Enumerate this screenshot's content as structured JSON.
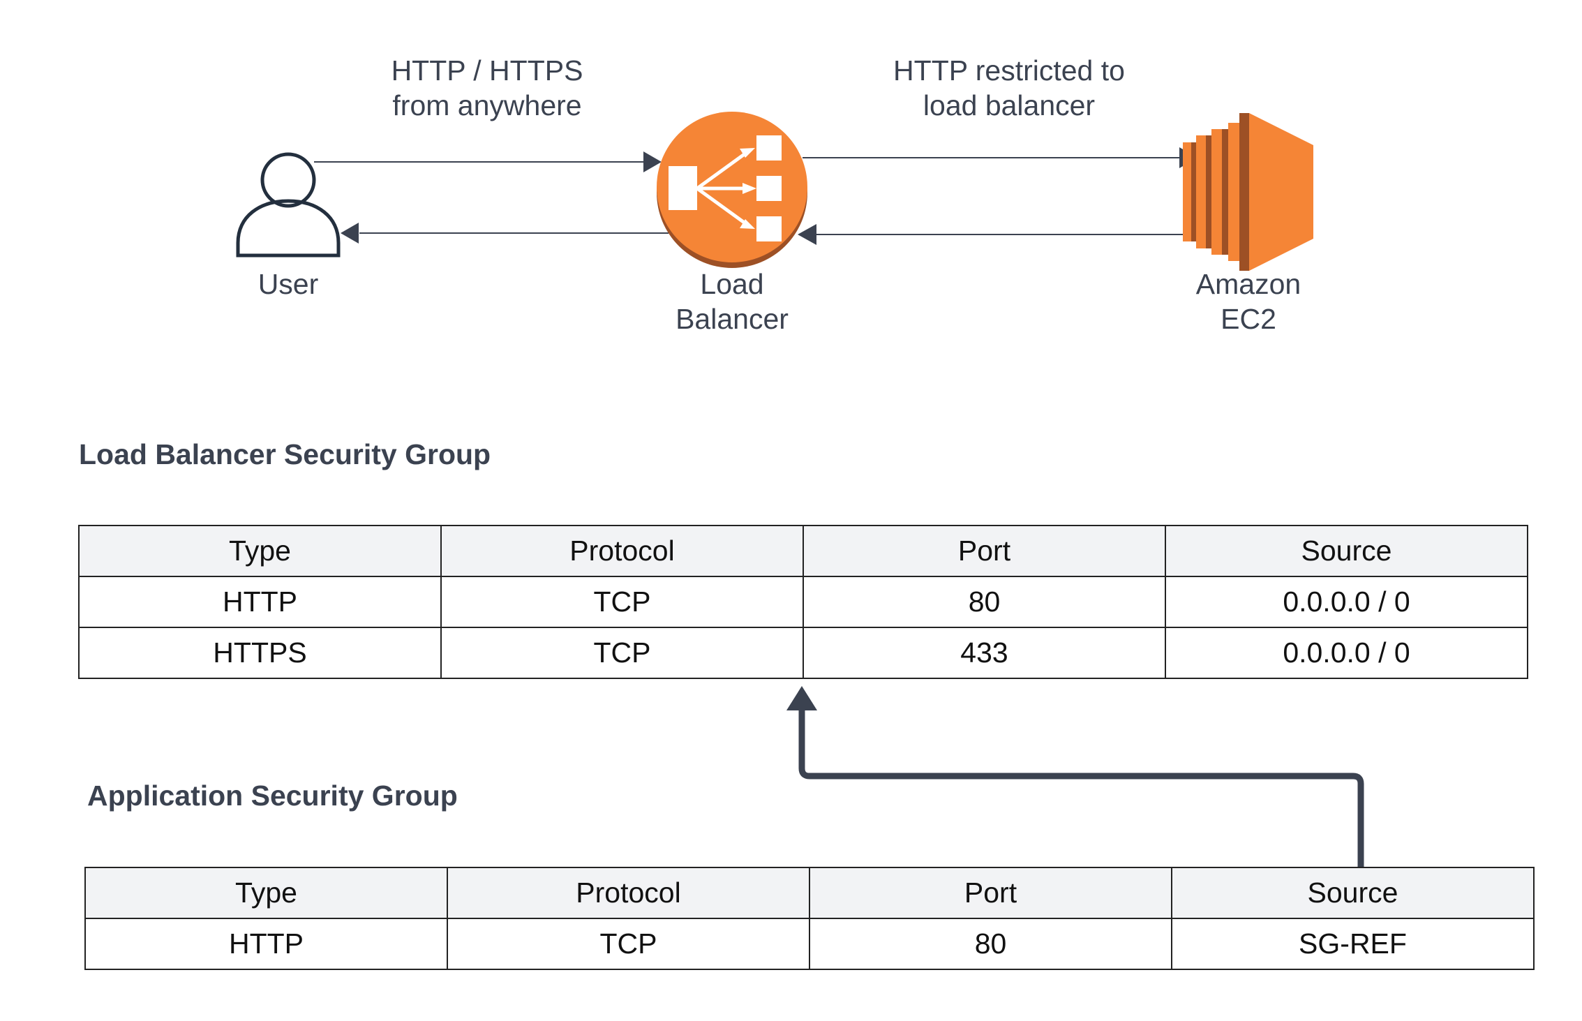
{
  "nodes": {
    "user": {
      "label": "User",
      "icon": "user-icon"
    },
    "load_balancer": {
      "label_line1": "Load",
      "label_line2": "Balancer",
      "icon": "load-balancer-icon"
    },
    "ec2": {
      "label_line1": "Amazon",
      "label_line2": "EC2",
      "icon": "ec2-instance-icon"
    }
  },
  "edge_labels": {
    "user_to_lb": {
      "line1": "HTTP / HTTPS",
      "line2": "from anywhere"
    },
    "lb_to_ec2": {
      "line1": "HTTP restricted to",
      "line2": "load balancer"
    }
  },
  "lb_security_group": {
    "title": "Load Balancer Security Group",
    "columns": [
      "Type",
      "Protocol",
      "Port",
      "Source"
    ],
    "rows": [
      [
        "HTTP",
        "TCP",
        "80",
        "0.0.0.0 / 0"
      ],
      [
        "HTTPS",
        "TCP",
        "433",
        "0.0.0.0 / 0"
      ]
    ]
  },
  "app_security_group": {
    "title": "Application Security Group",
    "columns": [
      "Type",
      "Protocol",
      "Port",
      "Source"
    ],
    "rows": [
      [
        "HTTP",
        "TCP",
        "80",
        "SG-REF"
      ]
    ]
  },
  "colors": {
    "aws_orange": "#f58536",
    "aws_orange_dark": "#9d5025",
    "line_dark": "#3b4250",
    "header_bg": "#f2f3f5"
  }
}
